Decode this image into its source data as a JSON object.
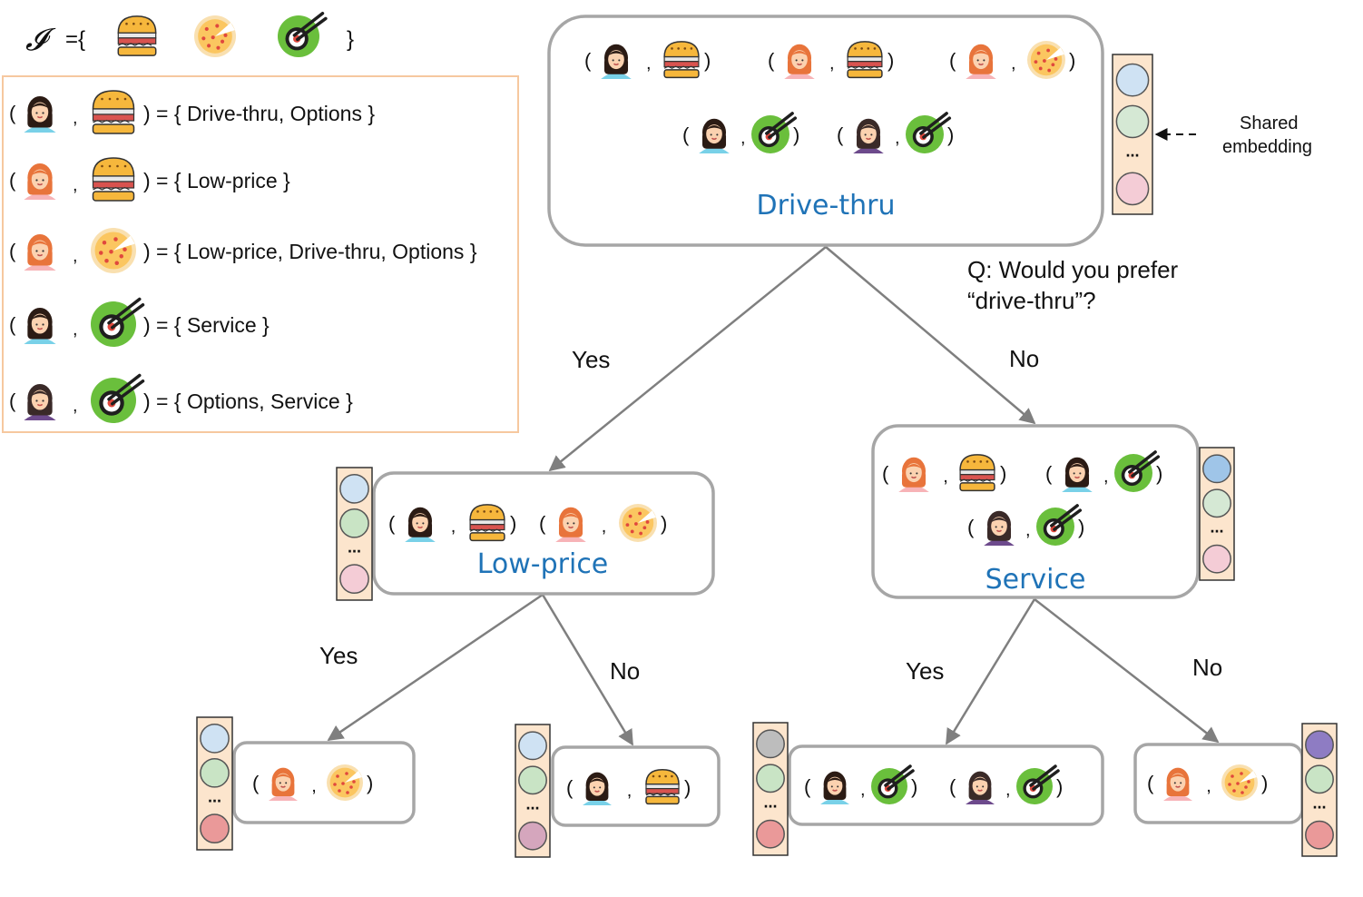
{
  "items_set": {
    "symbol": "𝓘",
    "open": "={",
    "close": "}",
    "items": [
      "burger",
      "pizza",
      "sushi"
    ]
  },
  "legend": {
    "rows": [
      {
        "user": "user-a",
        "item": "burger",
        "text": ") = { Drive-thru, Options }"
      },
      {
        "user": "user-b",
        "item": "burger",
        "text": ") = { Low-price }"
      },
      {
        "user": "user-b",
        "item": "pizza",
        "text": ") = { Low-price, Drive-thru, Options }"
      },
      {
        "user": "user-a",
        "item": "sushi",
        "text": ") = { Service }"
      },
      {
        "user": "user-c",
        "item": "sushi",
        "text": ") = { Options, Service }"
      }
    ]
  },
  "tree": {
    "root": {
      "label": "Drive-thru",
      "pairs": [
        {
          "user": "user-a",
          "item": "burger"
        },
        {
          "user": "user-b",
          "item": "burger"
        },
        {
          "user": "user-b",
          "item": "pizza"
        },
        {
          "user": "user-a",
          "item": "sushi"
        },
        {
          "user": "user-c",
          "item": "sushi"
        }
      ],
      "embedding": [
        "#cfe2f3",
        "#d5e8d4",
        "#f4ccd6"
      ]
    },
    "question": {
      "line1": "Q: Would you prefer",
      "line2": "“drive-thru”?"
    },
    "shared_embedding": {
      "line1": "Shared",
      "line2": "embedding"
    },
    "edges": {
      "root_yes": "Yes",
      "root_no": "No",
      "low_yes": "Yes",
      "low_no": "No",
      "svc_yes": "Yes",
      "svc_no": "No"
    },
    "low_price": {
      "label": "Low-price",
      "pairs": [
        {
          "user": "user-a",
          "item": "burger"
        },
        {
          "user": "user-b",
          "item": "pizza"
        }
      ],
      "embedding": [
        "#cfe2f3",
        "#c9e4c5",
        "#f4ccd6"
      ]
    },
    "service": {
      "label": "Service",
      "pairs": [
        {
          "user": "user-b",
          "item": "burger"
        },
        {
          "user": "user-a",
          "item": "sushi"
        },
        {
          "user": "user-c",
          "item": "sushi"
        }
      ],
      "embedding": [
        "#9fc5e8",
        "#d5e8d4",
        "#f4ccd6"
      ]
    },
    "leaves": [
      {
        "pairs": [
          {
            "user": "user-b",
            "item": "pizza"
          }
        ],
        "embedding": [
          "#cfe2f3",
          "#c9e4c5",
          "#ea9999"
        ]
      },
      {
        "pairs": [
          {
            "user": "user-a",
            "item": "burger"
          }
        ],
        "embedding": [
          "#cfe2f3",
          "#c9e4c5",
          "#d5a6bd"
        ]
      },
      {
        "pairs": [
          {
            "user": "user-a",
            "item": "sushi"
          },
          {
            "user": "user-c",
            "item": "sushi"
          }
        ],
        "embedding": [
          "#bdbdbd",
          "#c9e4c5",
          "#ea9999"
        ]
      },
      {
        "pairs": [
          {
            "user": "user-b",
            "item": "pizza"
          }
        ],
        "embedding": [
          "#8e7cc3",
          "#c9e4c5",
          "#ea9999"
        ]
      }
    ]
  },
  "ellipsis": "...",
  "punct": {
    "lp": "(",
    "rp": ")",
    "comma": ","
  },
  "colors": {
    "node_border": "#a6a6a6",
    "edge": "#7f7f7f",
    "legend_border": "#f6c89f",
    "embed_bg": "#fce5cd",
    "label_blue": "#1f73b7"
  }
}
